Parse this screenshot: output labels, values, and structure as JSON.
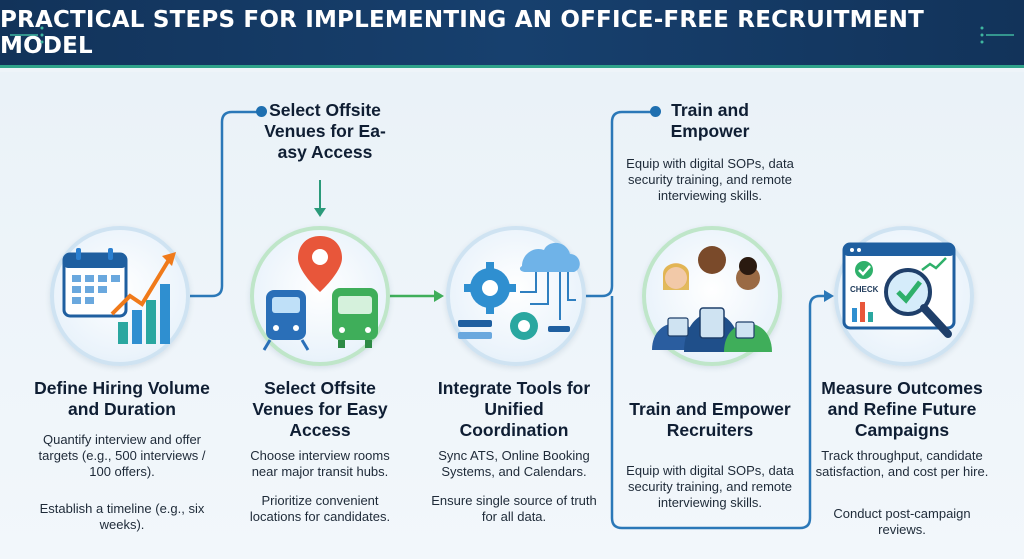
{
  "header": {
    "title": "PRACTICAL STEPS FOR IMPLEMENTING AN OFFICE-FREE RECRUITMENT MODEL"
  },
  "callouts": {
    "venues_title": "Select Offsite Venues for Ea-asy Access",
    "train_title": "Train and Empower",
    "train_desc": "Equip with digital SOPs, data security training, and remote interviewing skills."
  },
  "icons": {
    "check_label": "CHECK"
  },
  "steps": [
    {
      "title": "Define Hiring Volume and Duration",
      "desc1": "Quantify interview and offer targets (e.g., 500 interviews / 100 offers).",
      "desc2": "Establish a timeline (e.g., six weeks)."
    },
    {
      "title": "Select Offsite Venues for Easy Access",
      "desc1": "Choose interview rooms near major transit hubs.",
      "desc2": "Prioritize convenient locations for candidates."
    },
    {
      "title": "Integrate Tools for Unified Coordination",
      "desc1": "Sync ATS, Online Booking Systems, and Calendars.",
      "desc2": "Ensure single source of truth for all data."
    },
    {
      "title": "Train and Empower Recruiters",
      "desc1": "Equip with digital SOPs, data security training, and remote interviewing skills.",
      "desc2": ""
    },
    {
      "title": "Measure Outcomes and Refine Future Campaigns",
      "desc1": "Track throughput, candidate satisfaction, and cost per hire.",
      "desc2": "Conduct post-campaign reviews."
    }
  ],
  "colors": {
    "header_bg": "#12335a",
    "accent_teal": "#2fa38a",
    "connector_blue": "#2b78b8",
    "connector_green": "#3fae5a"
  }
}
